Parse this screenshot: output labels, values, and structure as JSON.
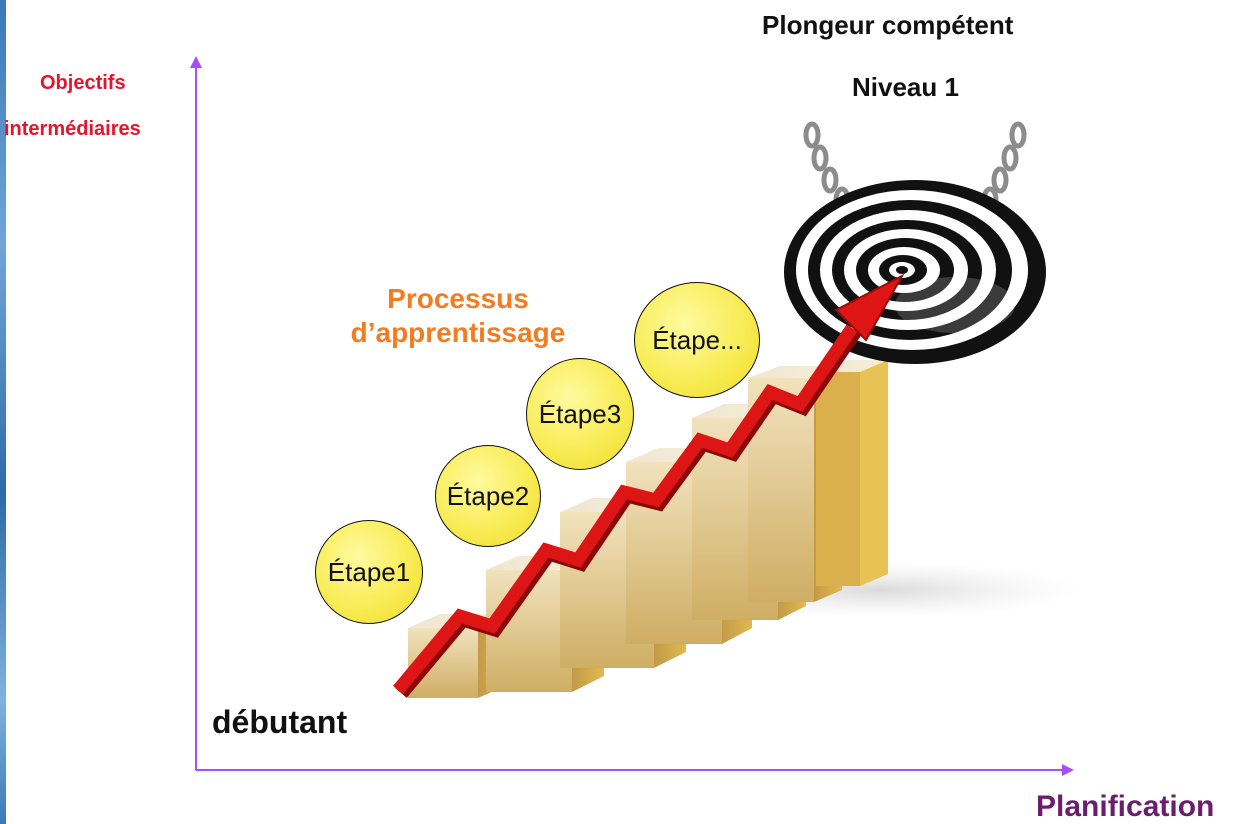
{
  "labels": {
    "y_axis_line1": "Objectifs",
    "y_axis_line2": "intermédiaires",
    "goal_line1": "Plongeur compétent",
    "goal_line2": "Niveau 1",
    "process_line1": "Processus",
    "process_line2": "d’apprentissage",
    "start": "débutant",
    "x_axis": "Planification"
  },
  "steps": [
    "Étape1",
    "Étape2",
    "Étape3",
    "Étape..."
  ],
  "colors": {
    "axis": "#a64dff",
    "y_label": "#e8132a",
    "process_label": "#f47c20",
    "x_label": "#6a1f6e",
    "step_fill": "#f8ec55",
    "arrow": "#d81414",
    "stairs": "#d8b56a"
  },
  "icons": {
    "target": "target-icon",
    "chain": "chain-icon",
    "arrow": "growth-arrow-icon"
  }
}
